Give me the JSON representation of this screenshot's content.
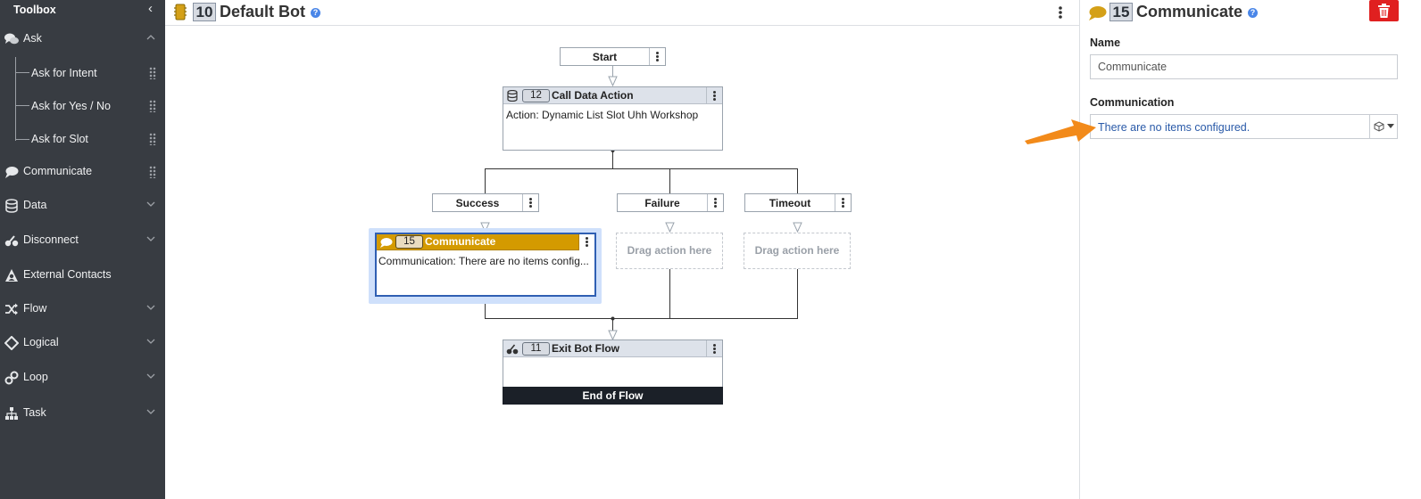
{
  "toolbox": {
    "title": "Toolbox",
    "categories": [
      {
        "label": "Ask",
        "icon": "speech-bubbles-icon",
        "expanded": true
      },
      {
        "label": "Communicate",
        "icon": "speech-bubble-icon"
      },
      {
        "label": "Data",
        "icon": "database-icon"
      },
      {
        "label": "Disconnect",
        "icon": "disconnect-icon"
      },
      {
        "label": "External Contacts",
        "icon": "contacts-icon"
      },
      {
        "label": "Flow",
        "icon": "shuffle-icon"
      },
      {
        "label": "Logical",
        "icon": "diamond-icon"
      },
      {
        "label": "Loop",
        "icon": "loop-icon"
      },
      {
        "label": "Task",
        "icon": "hierarchy-icon"
      }
    ],
    "ask_items": [
      {
        "label": "Ask for Intent"
      },
      {
        "label": "Ask for Yes / No"
      },
      {
        "label": "Ask for Slot"
      }
    ]
  },
  "header": {
    "flow_id": "10",
    "flow_name": "Default Bot",
    "help": "?"
  },
  "canvas": {
    "start": "Start",
    "call_data_action": {
      "id": "12",
      "title": "Call Data Action",
      "body": "Action: Dynamic List Slot Uhh Workshop"
    },
    "paths": [
      {
        "label": "Success"
      },
      {
        "label": "Failure"
      },
      {
        "label": "Timeout"
      }
    ],
    "communicate": {
      "id": "15",
      "title": "Communicate",
      "body": "Communication: There are no items config..."
    },
    "drop_placeholder": "Drag action here",
    "exit": {
      "id": "11",
      "title": "Exit Bot Flow",
      "footer": "End of Flow"
    }
  },
  "panel": {
    "id": "15",
    "title": "Communicate",
    "help": "?",
    "name_label": "Name",
    "name_value": "Communicate",
    "communication_label": "Communication",
    "communication_value": "There are no items configured."
  },
  "colors": {
    "sidebar_bg": "#383c42",
    "selected_header": "#d49a00",
    "selection_halo": "#cfe0fb",
    "accent_blue": "#2a5aa8",
    "delete_red": "#e02020",
    "annotation_arrow": "#f28a1a"
  }
}
